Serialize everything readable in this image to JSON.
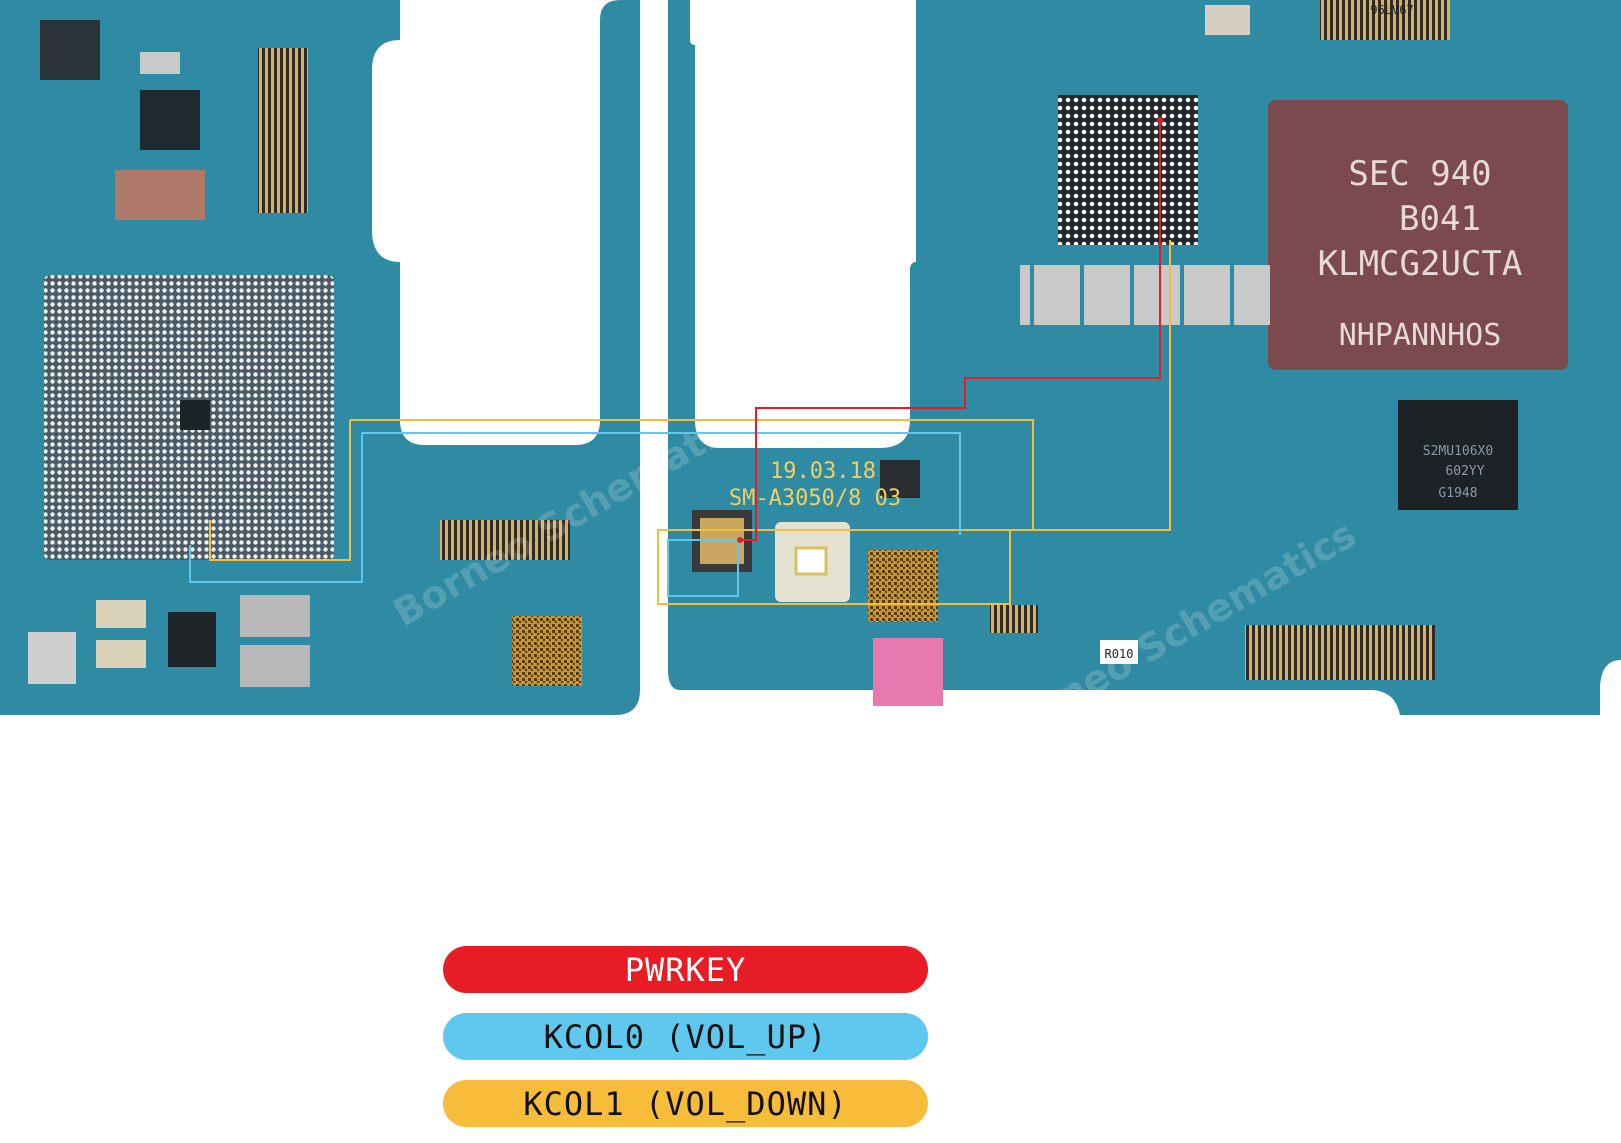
{
  "board_markings": {
    "date_code": "19.03.18",
    "model_code": "SM-A3050/8 03",
    "emmc_line1": "SEC 940",
    "emmc_line2": "B041",
    "emmc_line3": "KLMCG2UCTA",
    "emmc_line4": "NHPANNHOS",
    "pmic_line1": "S2MU106X0",
    "pmic_line2": "602YY",
    "pmic_line3": "G1948",
    "resistor_code": "R010",
    "connector_code": "96LV67",
    "watermark": "Borneo Schematics"
  },
  "legend": [
    {
      "label": "PWRKEY",
      "color": "#e81c24"
    },
    {
      "label": "KCOL0 (VOL_UP)",
      "color": "#5fc8ee"
    },
    {
      "label": "KCOL1 (VOL_DOWN)",
      "color": "#f7bd3a"
    }
  ]
}
